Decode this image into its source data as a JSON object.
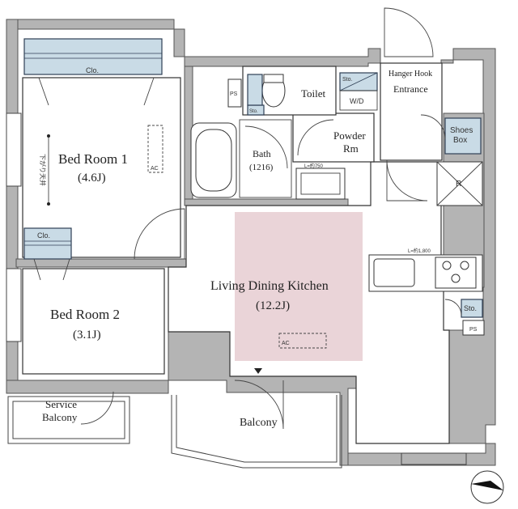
{
  "rooms": {
    "bed1": {
      "name": "Bed Room 1",
      "size": "(4.6J)"
    },
    "bed2": {
      "name": "Bed Room 2",
      "size": "(3.1J)"
    },
    "ldk": {
      "name": "Living Dining Kitchen",
      "size": "(12.2J)"
    },
    "bath": {
      "name": "Bath",
      "size": "(1216)"
    },
    "powder": {
      "name": "Powder",
      "sub": "Rm"
    },
    "toilet": {
      "name": "Toilet"
    },
    "entrance": {
      "name": "Entrance",
      "hanger": "Hanger Hook"
    },
    "balcony": {
      "name": "Balcony"
    },
    "service_balcony": {
      "name": "Service",
      "sub": "Balcony"
    }
  },
  "fixtures": {
    "clo1": "Clo.",
    "clo2": "Clo.",
    "shoes_line1": "Shoes",
    "shoes_line2": "Box",
    "sto_entrance": "Sto.",
    "sto_kitchen": "Sto.",
    "sto_small": "Sto.",
    "wd": "W/D",
    "ps1": "PS",
    "ps2": "PS",
    "ac1": "AC",
    "ac2": "AC",
    "refrigerator": "R",
    "vanity_width": "L=約750",
    "kitchen_width": "L=約1,800",
    "ceiling_note": "下がり天井"
  },
  "colors": {
    "wall": "#b4b4b4",
    "wall_stroke": "#555555",
    "storage": "#c9dbe6",
    "storage_stroke": "#2f3f55",
    "ldk_highlight": "#ead4d8",
    "floor": "#ffffff"
  },
  "icons": [
    "compass-icon",
    "refrigerator-icon",
    "stove-icon",
    "sink-icon",
    "bathtub-icon",
    "toilet-icon",
    "washbasin-icon"
  ]
}
